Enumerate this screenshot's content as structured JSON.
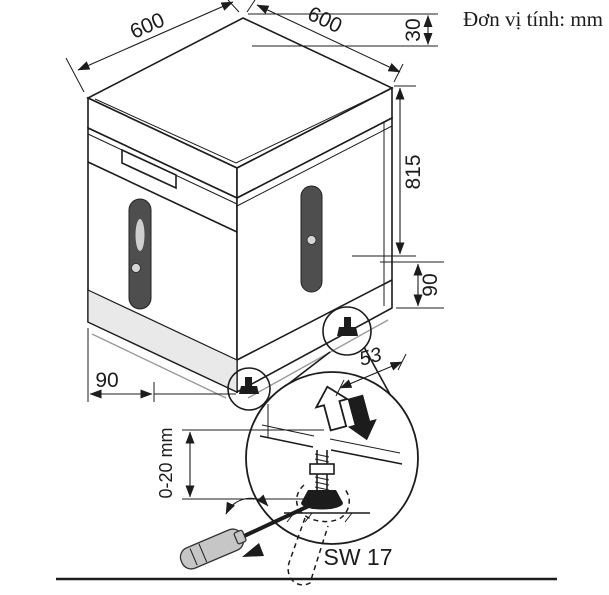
{
  "page": {
    "unit_note": "Đơn vị tính: mm"
  },
  "dimensions": {
    "top_width": "600",
    "top_depth": "600",
    "worktop_thickness": "30",
    "body_height": "815",
    "base_height_side": "90",
    "foot_inset": "53",
    "base_height_front": "90",
    "foot_adjust_range": "0-20 mm",
    "wrench_size": "SW 17"
  },
  "colors": {
    "line": "#1c1c1c",
    "handle": "#4e4e4e",
    "kickplate": "#e9e9e9",
    "tool": "#c6c6c6",
    "background": "#ffffff"
  }
}
